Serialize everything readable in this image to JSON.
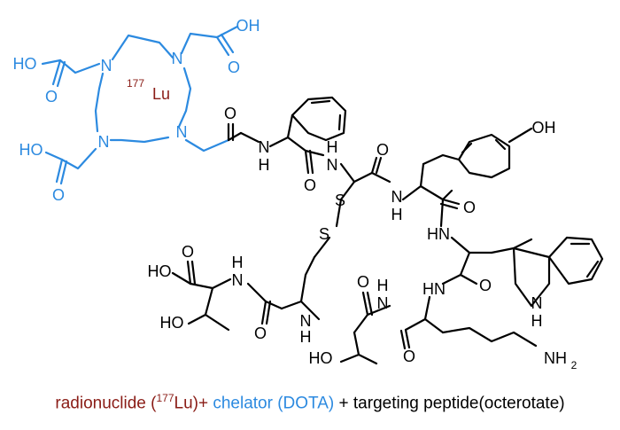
{
  "colors": {
    "chelator": "#2c8ae0",
    "radionuclide": "#8a1c16",
    "peptide": "#000000"
  },
  "labels": {
    "n1": "N",
    "n2": "N",
    "n3": "N",
    "n4": "N",
    "ho_top_left": "HO",
    "oh_top_right": "OH",
    "ho_left": "HO",
    "o_top_left": "O",
    "o_top_right": "O",
    "o_left": "O",
    "lu_mass": "177",
    "lu_symbol": "Lu",
    "s1": "S",
    "s2": "S",
    "oh_tyr": "OH",
    "nh_a": "N",
    "h_a": "H",
    "nh_b": "N",
    "h_b": "H",
    "nh_c": "N",
    "h_c": "H",
    "nh_d": "HN",
    "nh_e": "N",
    "h_e": "H",
    "nh_f": "N",
    "h_f": "H",
    "nh_g": "N",
    "h_g": "H",
    "nh_h": "HN",
    "indole_n": "N",
    "indole_h": "H",
    "o_gly": "O",
    "o_phe": "O",
    "o_cys1": "O",
    "o_tyr": "O",
    "o_trp": "O",
    "o_lys": "O",
    "o_thr1": "O",
    "o_cys2": "O",
    "ho_acid": "HO",
    "o_acid": "O",
    "ho_thr_a": "HO",
    "ho_thr_b": "HO",
    "nh2": "NH",
    "nh2_sub": "2"
  },
  "caption": {
    "part1": "radionuclide (",
    "mass": "177",
    "part2": "Lu)+ ",
    "chelator": "chelator (DOTA)",
    "part3": " + targeting peptide(octerotate)"
  }
}
